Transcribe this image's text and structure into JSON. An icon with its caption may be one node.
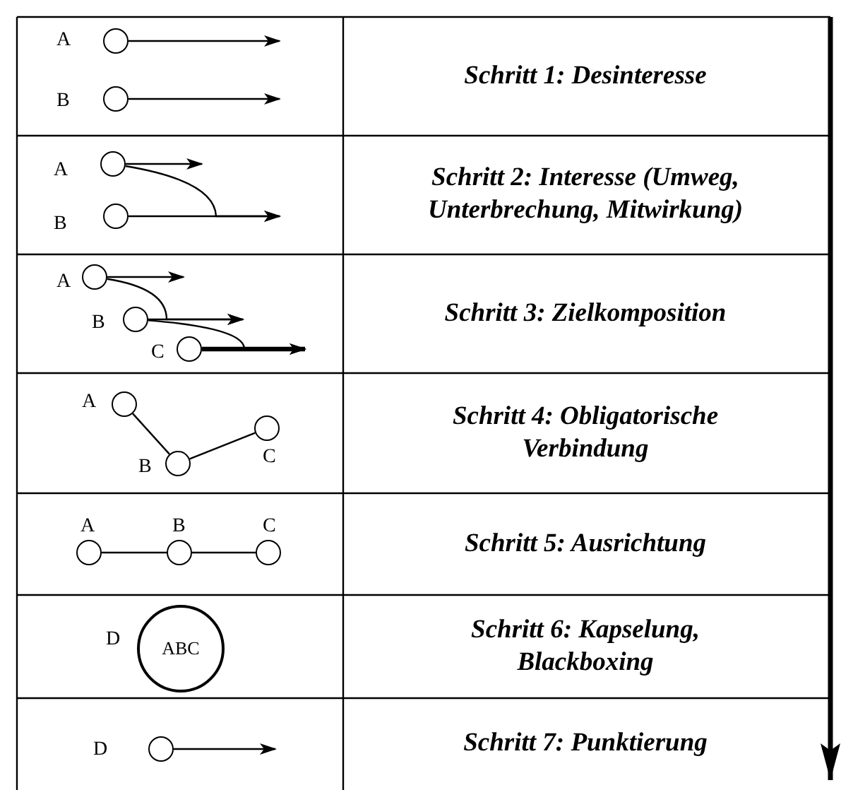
{
  "diagram": {
    "nodes": [
      {
        "text": [],
        "shape": "circle",
        "beside": [
          "A"
        ]
      },
      {
        "text": [],
        "shape": "circle",
        "beside": [
          "B"
        ]
      },
      {
        "text": [],
        "shape": "circle",
        "beside": [
          "A"
        ]
      },
      {
        "text": [],
        "shape": "circle",
        "beside": [
          "B"
        ]
      },
      {
        "text": [],
        "shape": "circle",
        "beside": [
          "A"
        ]
      },
      {
        "text": [],
        "shape": "circle",
        "beside": [
          "B"
        ]
      },
      {
        "text": [],
        "shape": "circle",
        "beside": [
          "C"
        ]
      },
      {
        "text": [],
        "shape": "circle",
        "beside": [
          "A"
        ]
      },
      {
        "text": [],
        "shape": "circle",
        "beside": [
          "B"
        ]
      },
      {
        "text": [],
        "shape": "circle",
        "beside": [
          "C"
        ]
      },
      {
        "text": [],
        "shape": "circle",
        "beside": [
          "A"
        ]
      },
      {
        "text": [],
        "shape": "circle",
        "beside": [
          "B"
        ]
      },
      {
        "text": [],
        "shape": "circle",
        "beside": [
          "C"
        ]
      },
      {
        "text": [
          "ABC"
        ],
        "beside": [
          "D"
        ]
      },
      {
        "text": [],
        "shape": "circle",
        "beside": [
          "D"
        ]
      }
    ],
    "edges": [
      {
        "from": 0,
        "to": null,
        "arrow": "to"
      },
      {
        "from": 1,
        "to": null,
        "arrow": "to"
      },
      {
        "from": 2,
        "to": null,
        "arrow": "to"
      },
      {
        "from": 2,
        "to": null,
        "arrow": "to"
      },
      {
        "from": 3,
        "to": null,
        "arrow": "to"
      },
      {
        "from": 4,
        "to": null,
        "arrow": "to"
      },
      {
        "from": 4,
        "to": null,
        "arrow": "to"
      },
      {
        "from": 5,
        "to": null,
        "arrow": "to"
      },
      {
        "from": 5,
        "to": null,
        "arrow": "to"
      },
      {
        "from": 6,
        "to": null,
        "arrow": "to",
        "style": "thick"
      },
      {
        "from": 7,
        "to": 8,
        "arrow": "none"
      },
      {
        "from": 8,
        "to": 9,
        "arrow": "none"
      },
      {
        "from": 10,
        "to": 11,
        "arrow": "none"
      },
      {
        "from": 11,
        "to": 12,
        "arrow": "none"
      },
      {
        "from": 14,
        "to": null,
        "arrow": "to"
      }
    ],
    "labels": [
      "Schritt 1: Desinteresse",
      "Schritt 2: Interesse (Umweg, Unterbrechung, Mitwirkung)",
      "Schritt 3: Zielkomposition",
      "Schritt 4: Obligatorische Verbindung",
      "Schritt 5: Ausrichtung",
      "Schritt 6: Kapselung, Blackboxing",
      "Schritt 7: Punktierung"
    ]
  }
}
